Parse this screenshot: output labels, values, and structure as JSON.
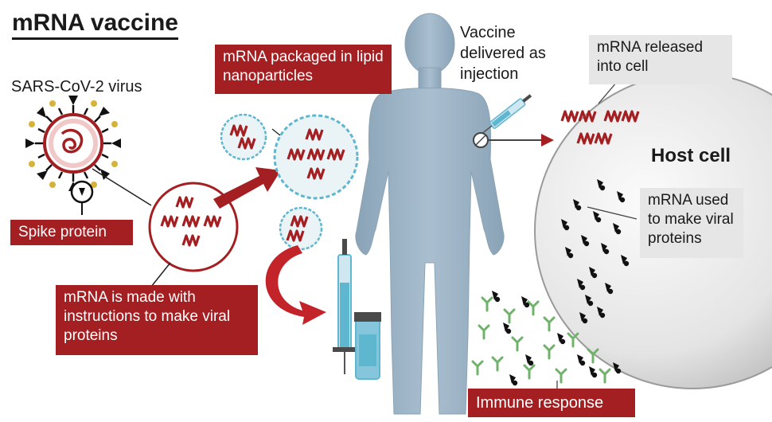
{
  "title": "mRNA vaccine",
  "virus_label": "SARS-CoV-2 virus",
  "spike_label": "Spike protein",
  "mrna_made_label": "mRNA is made with instructions to make viral proteins",
  "packaged_label": "mRNA packaged in lipid nanoparticles",
  "delivered_label": "Vaccine delivered as injection",
  "released_label": "mRNA released into cell",
  "host_label": "Host cell",
  "used_label": "mRNA used to make viral proteins",
  "immune_label": "Immune response",
  "colors": {
    "accent_red": "#a41f22",
    "body_blue": "#9eb5c6",
    "capsule_blue": "#5fb6cf",
    "antibody_green": "#6fb36a",
    "cell_grey": "#dcdcdc"
  }
}
